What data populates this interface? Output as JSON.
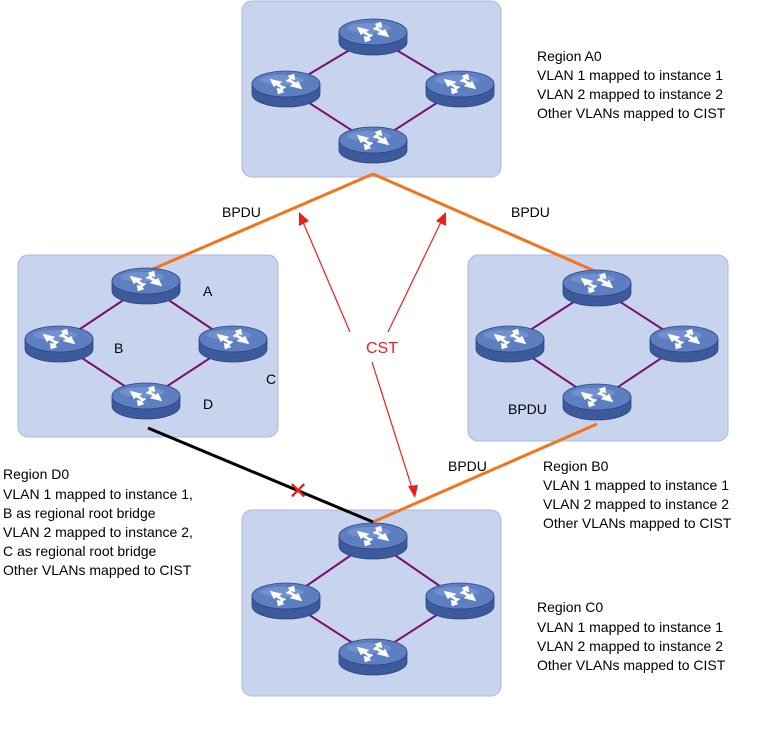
{
  "colors": {
    "region_fill": "#c8d4ee",
    "region_stroke": "#aab8dc",
    "link_purple": "#7a0f6e",
    "bpdu_orange": "#f2741c",
    "blocked_black": "#000000",
    "cst_red": "#e8201c",
    "switch_top": "#5d7fc2",
    "switch_side": "#3c5a9c",
    "switch_glyph": "#ffffff"
  },
  "regions": [
    {
      "id": "A0",
      "title": "Region A0",
      "lines": [
        "VLAN 1 mapped to instance 1",
        "VLAN 2 mapped to instance 2",
        "Other VLANs mapped to  CIST"
      ]
    },
    {
      "id": "B0",
      "title": "Region B0",
      "lines": [
        "VLAN 1 mapped to instance 1",
        "VLAN 2 mapped to instance 2",
        "Other VLANs mapped to  CIST"
      ]
    },
    {
      "id": "C0",
      "title": "Region C0",
      "lines": [
        "VLAN 1 mapped to instance 1",
        "VLAN 2 mapped to instance 2",
        "Other VLANs mapped to  CIST"
      ]
    },
    {
      "id": "D0",
      "title": "Region D0",
      "lines": [
        "VLAN 1 mapped to instance 1,",
        "B as regional root bridge",
        "VLAN 2 mapped to instance 2,",
        "C as regional root bridge",
        "Other VLANs mapped to  CIST"
      ]
    }
  ],
  "switch_labels": {
    "a": "A",
    "b": "B",
    "c": "C",
    "d": "D"
  },
  "bpdu_label": "BPDU",
  "cst_label": "CST",
  "blocked_mark": "✕",
  "icons": {
    "switch": "switch-icon",
    "blocked": "blocked-port-icon"
  }
}
